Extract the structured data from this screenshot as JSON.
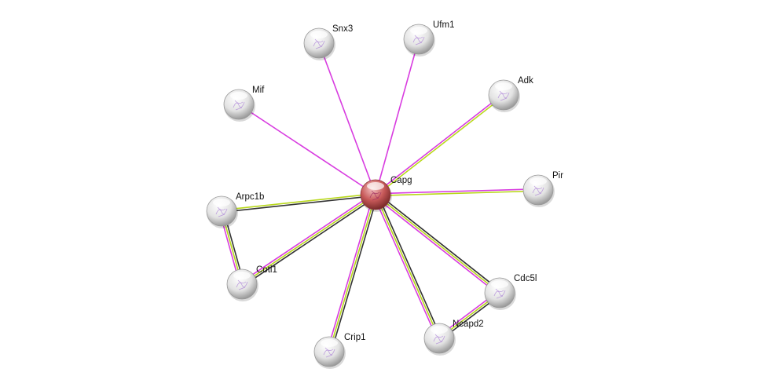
{
  "network": {
    "center": "Capg",
    "nodes": [
      {
        "id": "Capg",
        "label": "Capg",
        "query": true
      },
      {
        "id": "Snx3",
        "label": "Snx3"
      },
      {
        "id": "Ufm1",
        "label": "Ufm1"
      },
      {
        "id": "Adk",
        "label": "Adk"
      },
      {
        "id": "Mif",
        "label": "Mif"
      },
      {
        "id": "Pir",
        "label": "Pir"
      },
      {
        "id": "Arpc1b",
        "label": "Arpc1b"
      },
      {
        "id": "Cotl1",
        "label": "Cotl1"
      },
      {
        "id": "Crip1",
        "label": "Crip1"
      },
      {
        "id": "Ncapd2",
        "label": "Ncapd2"
      },
      {
        "id": "Cdc5l",
        "label": "Cdc5l"
      }
    ],
    "edges": [
      {
        "a": "Capg",
        "b": "Snx3",
        "evidence": [
          "textmining"
        ]
      },
      {
        "a": "Capg",
        "b": "Ufm1",
        "evidence": [
          "textmining"
        ]
      },
      {
        "a": "Capg",
        "b": "Mif",
        "evidence": [
          "textmining"
        ]
      },
      {
        "a": "Capg",
        "b": "Adk",
        "evidence": [
          "textmining",
          "neighborhood"
        ]
      },
      {
        "a": "Capg",
        "b": "Pir",
        "evidence": [
          "textmining",
          "neighborhood"
        ]
      },
      {
        "a": "Capg",
        "b": "Arpc1b",
        "evidence": [
          "coexpression",
          "neighborhood"
        ]
      },
      {
        "a": "Capg",
        "b": "Cotl1",
        "evidence": [
          "coexpression",
          "neighborhood",
          "textmining"
        ]
      },
      {
        "a": "Capg",
        "b": "Crip1",
        "evidence": [
          "coexpression",
          "neighborhood",
          "textmining"
        ]
      },
      {
        "a": "Capg",
        "b": "Ncapd2",
        "evidence": [
          "coexpression",
          "neighborhood",
          "textmining"
        ]
      },
      {
        "a": "Capg",
        "b": "Cdc5l",
        "evidence": [
          "coexpression",
          "neighborhood",
          "textmining"
        ]
      },
      {
        "a": "Arpc1b",
        "b": "Cotl1",
        "evidence": [
          "coexpression",
          "neighborhood",
          "textmining"
        ]
      },
      {
        "a": "Cdc5l",
        "b": "Ncapd2",
        "evidence": [
          "coexpression",
          "neighborhood",
          "textmining"
        ]
      }
    ]
  },
  "colors": {
    "textmining": "#d83ce0",
    "neighborhood": "#b8d81a",
    "coexpression": "#333333",
    "query_node": "#c85a5a",
    "node": "#e6e6e6"
  }
}
